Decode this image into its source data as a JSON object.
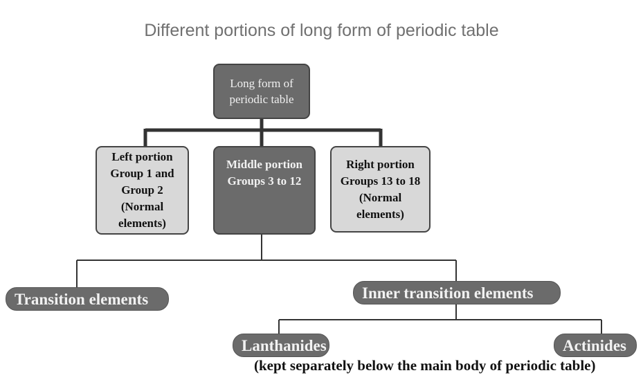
{
  "title": "Different portions of long form of periodic table",
  "root": {
    "label": "Long form of\nperiodic table"
  },
  "portions": {
    "left": {
      "label": "Left portion\nGroup 1 and\nGroup 2\n(Normal\nelements)"
    },
    "middle": {
      "label": "Middle portion\nGroups  3 to 12"
    },
    "right": {
      "label": "Right portion\nGroups 13 to 18\n(Normal\nelements)"
    }
  },
  "middle_children": {
    "transition": "Transition elements",
    "inner_transition": "Inner transition elements"
  },
  "inner_children": {
    "lanthanides": "Lanthanides",
    "actinides": "Actinides"
  },
  "note": "(kept separately below the main body of periodic table)",
  "colors": {
    "dark_box": "#6b6b6b",
    "light_box": "#d8d8d8",
    "title_text": "#707070",
    "line": "#333333"
  }
}
